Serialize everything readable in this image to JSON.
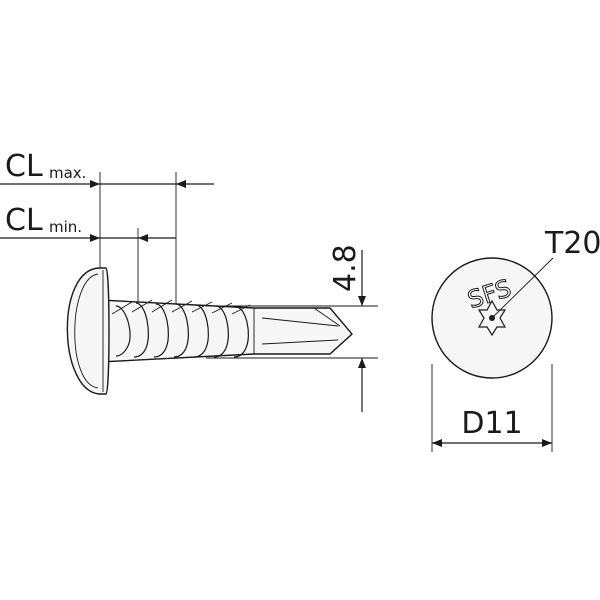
{
  "labels": {
    "cl_max_main": "CL",
    "cl_max_sub": "max.",
    "cl_min_main": "CL",
    "cl_min_sub": "min.",
    "thread_diameter": "4.8",
    "drive": "T20",
    "head_diameter": "D11",
    "head_marking": "SFS"
  },
  "colors": {
    "line": "#1a1a1a",
    "fill": "#f6f6f6",
    "background": "#ffffff"
  },
  "icons": {
    "drive_recess": "torx-star-icon"
  }
}
